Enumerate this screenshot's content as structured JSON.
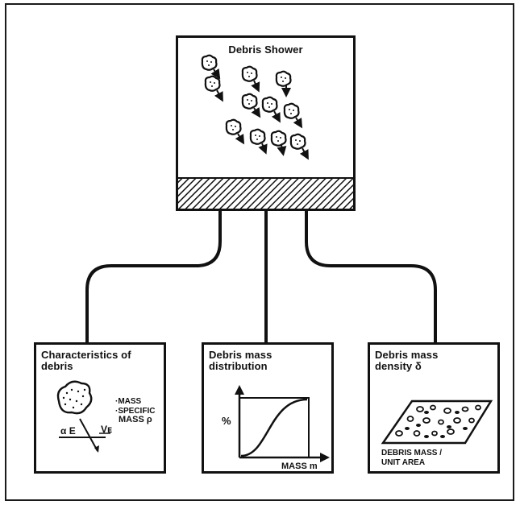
{
  "shower_box": {
    "title": "Debris Shower"
  },
  "box1": {
    "title_line1": "Characteristics of",
    "title_line2": "debris",
    "mass_label": "·MASS",
    "specific_label_1": "·SPECIFIC",
    "specific_label_2": "MASS ρ",
    "vector_label_left": "α E",
    "vector_label_right": "Vᴇ"
  },
  "box2": {
    "title_line1": "Debris mass",
    "title_line2": "distribution",
    "y_label": "%",
    "x_label": "MASS m"
  },
  "box3": {
    "title_line1": "Debris mass",
    "title_line2": "density δ",
    "caption_line1": "DEBRIS MASS /",
    "caption_line2": "UNIT AREA"
  },
  "colors": {
    "ink": "#111111",
    "background": "#ffffff"
  }
}
